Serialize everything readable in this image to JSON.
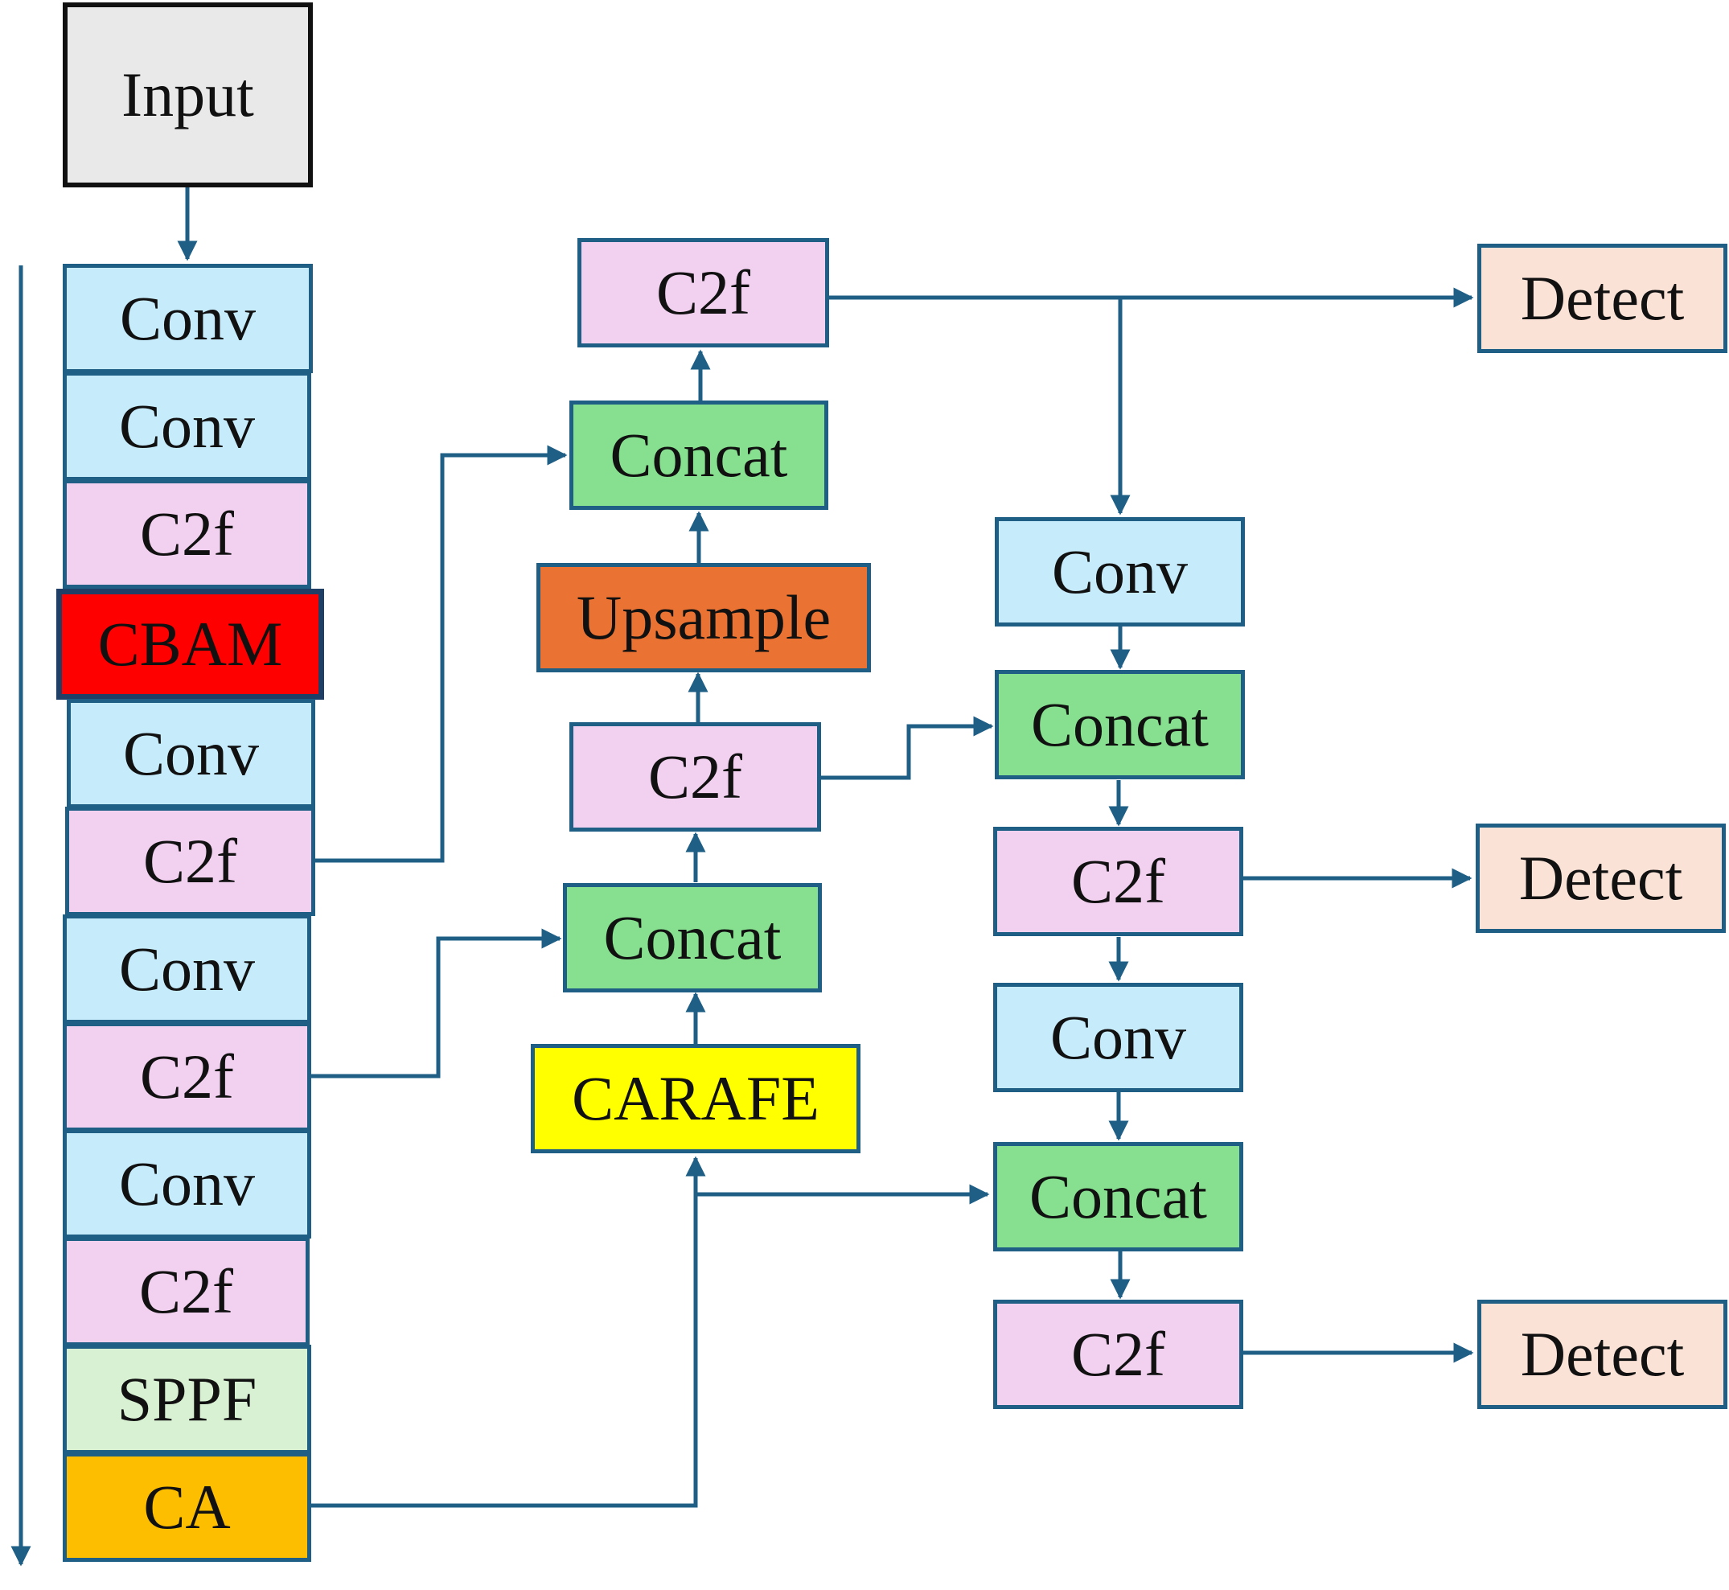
{
  "diagram": {
    "backbone": {
      "input": "Input",
      "layers": [
        "Conv",
        "Conv",
        "C2f",
        "CBAM",
        "Conv",
        "C2f",
        "Conv",
        "C2f",
        "Conv",
        "C2f",
        "SPPF",
        "CA"
      ]
    },
    "neck": {
      "carafe": "CARAFE",
      "concat_1": "Concat",
      "c2f_1": "C2f",
      "upsample": "Upsample",
      "concat_2": "Concat",
      "c2f_2": "C2f"
    },
    "head": {
      "conv_1": "Conv",
      "concat_3": "Concat",
      "c2f_3": "C2f",
      "conv_2": "Conv",
      "concat_4": "Concat",
      "c2f_4": "C2f"
    },
    "outputs": [
      "Detect",
      "Detect",
      "Detect"
    ]
  },
  "colors": {
    "line": "#1f5f86",
    "conv": "#c6ebfb",
    "c2f": "#f2d0ef",
    "concat": "#86e08f",
    "detect": "#fbe2d6",
    "input": "#e9e9e9",
    "cbam": "#fe0000",
    "sppf": "#d9f1d3",
    "ca": "#fdbe00",
    "upsample": "#ea7232",
    "carafe": "#ffff00"
  }
}
